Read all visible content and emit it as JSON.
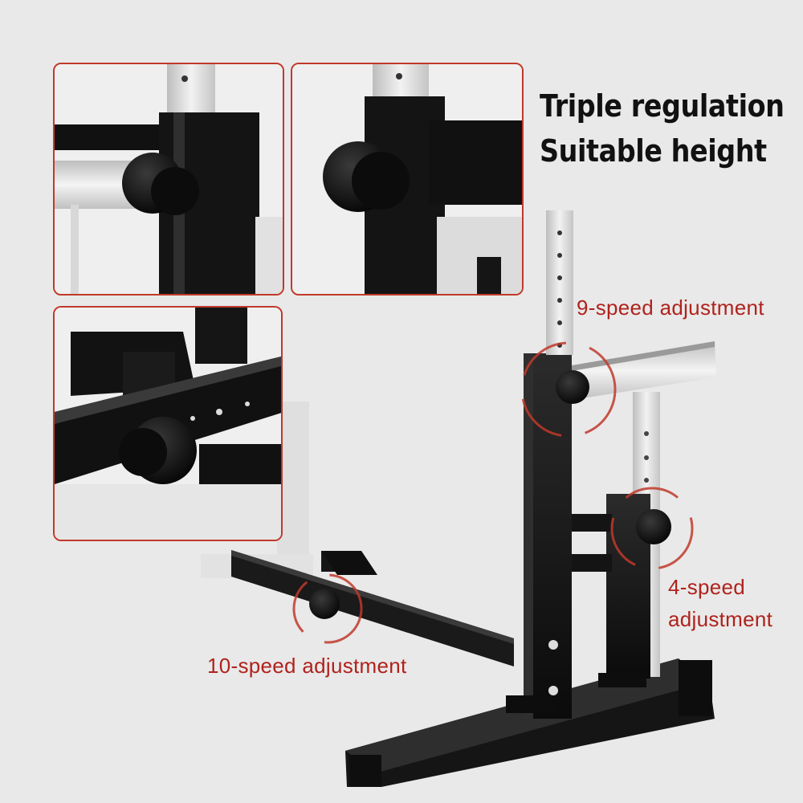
{
  "headline": {
    "line1": "Triple regulation",
    "line2": "Suitable height"
  },
  "callouts": {
    "nine_speed": "9-speed adjustment",
    "four_speed_line1": "4-speed",
    "four_speed_line2": "adjustment",
    "ten_speed": "10-speed adjustment"
  },
  "colors": {
    "background": "#e9e9e9",
    "frame_black": "#111111",
    "steel": "#cfcfcf",
    "accent_red": "#c0392b",
    "label_red": "#b0221c"
  },
  "icons": [
    "adjustment-knob-icon",
    "highlight-ring-icon"
  ]
}
